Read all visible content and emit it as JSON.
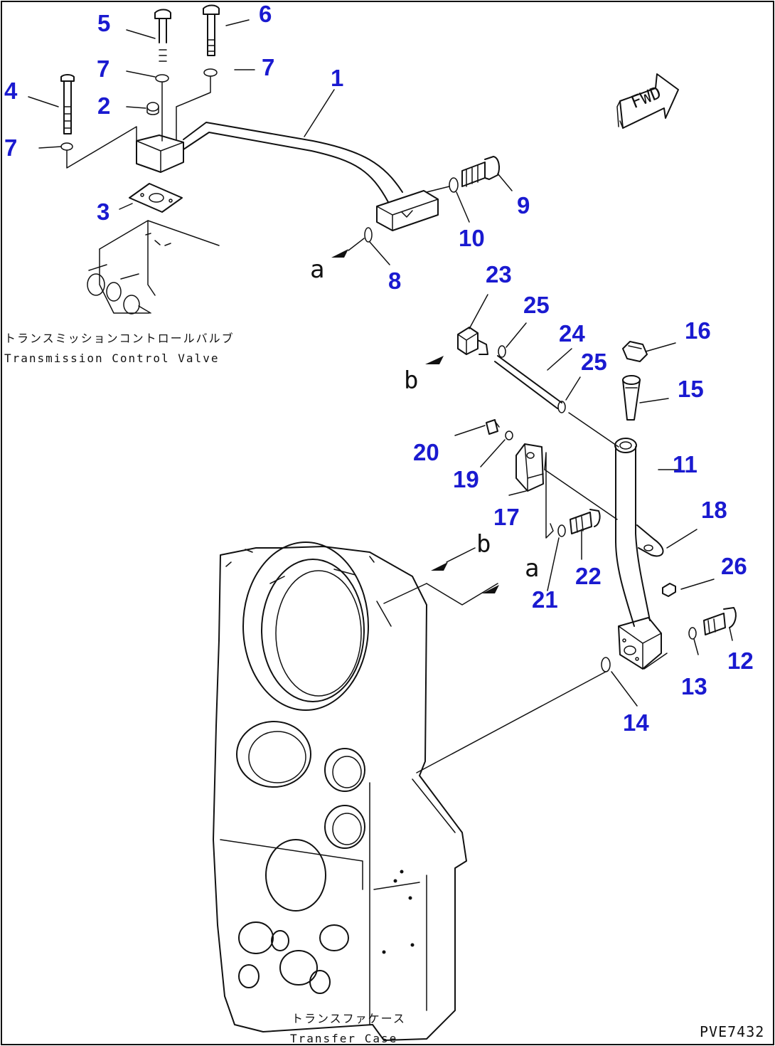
{
  "callouts": [
    "1",
    "2",
    "3",
    "4",
    "5",
    "6",
    "7",
    "8",
    "9",
    "10",
    "11",
    "12",
    "13",
    "14",
    "15",
    "16",
    "17",
    "18",
    "19",
    "20",
    "21",
    "22",
    "23",
    "24",
    "25",
    "26"
  ],
  "refs": {
    "a": "a",
    "b": "b"
  },
  "valve": {
    "jp": "トランスミッションコントロールバルブ",
    "en": "Transmission Control Valve"
  },
  "case": {
    "jp": "トランスファケース",
    "en": "Transfer Case"
  },
  "fwd": "FWD",
  "drawing_code": "PVE7432"
}
